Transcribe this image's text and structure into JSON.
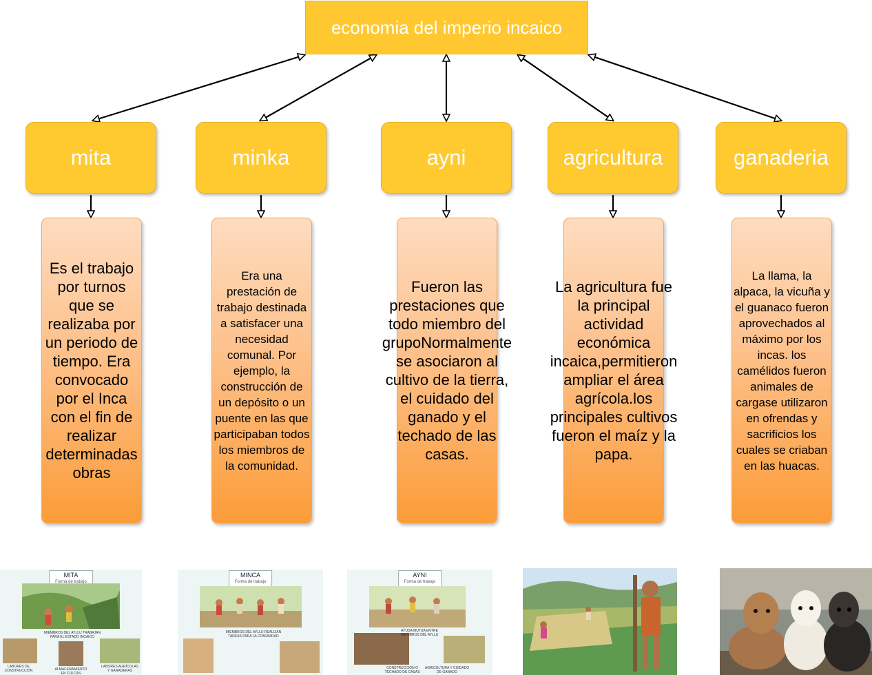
{
  "root": {
    "label": "economia del imperio incaico"
  },
  "categories": [
    {
      "label": "mita"
    },
    {
      "label": "minka"
    },
    {
      "label": "ayni"
    },
    {
      "label": "agricultura"
    },
    {
      "label": "ganaderia"
    }
  ],
  "descriptions": [
    {
      "text": "Es el trabajo por turnos que se realizaba por un periodo de tiempo. Era convocado por el Inca con el fin de realizar determinadas obras"
    },
    {
      "text": "Era una prestación de trabajo destinada a satisfacer una necesidad comunal. Por ejemplo, la construcción de un depósito o un puente en las que participaban todos los miembros de la comunidad."
    },
    {
      "text": "Fueron las prestaciones que todo miembro del grupoNormalmente se asociaron al cultivo de la tierra, el cuidado del ganado y el techado de las casas."
    },
    {
      "text": "La agricultura fue la principal actividad económica incaica,permitieron ampliar el área agrícola.los principales cultivos fueron el maíz y la papa."
    },
    {
      "text": "La llama, la alpaca, la vicuña y el guanaco fueron aprovechados al máximo por los incas. los camélidos fueron animales de cargase utilizaron en ofrendas y sacrificios los cuales se criaban en las huacas."
    }
  ],
  "images": [
    {
      "title": "MITA",
      "subtitle": "Forma de trabajo",
      "caption": "MIEMBROS DEL AYLLU TRABAJAN PARA EL ESTADO INCAICO",
      "sub1": "LABORES DE CONSTRUCCIÓN",
      "sub2": "ALMACENAMIENTO EN COLCAS",
      "sub3": "LABORES AGRÍCOLAS Y GANADERAS"
    },
    {
      "title": "MINCA",
      "subtitle": "Forma de trabajo",
      "caption": "MIEMBROS DEL AYLLU REALIZAN TAREAS PARA LA COMUNIDAD"
    },
    {
      "title": "AYNI",
      "subtitle": "Forma de trabajo",
      "caption": "AYUDA MUTUA ENTRE MIEMBROS DEL AYLLU",
      "sub1": "CONSTRUCCIÓN O TECHADO DE CASAS",
      "sub2": "AGRICULTURA Y CUIDADO DE GANADO"
    },
    {
      "description": "agricultura illustration"
    },
    {
      "description": "alpacas photo"
    }
  ]
}
